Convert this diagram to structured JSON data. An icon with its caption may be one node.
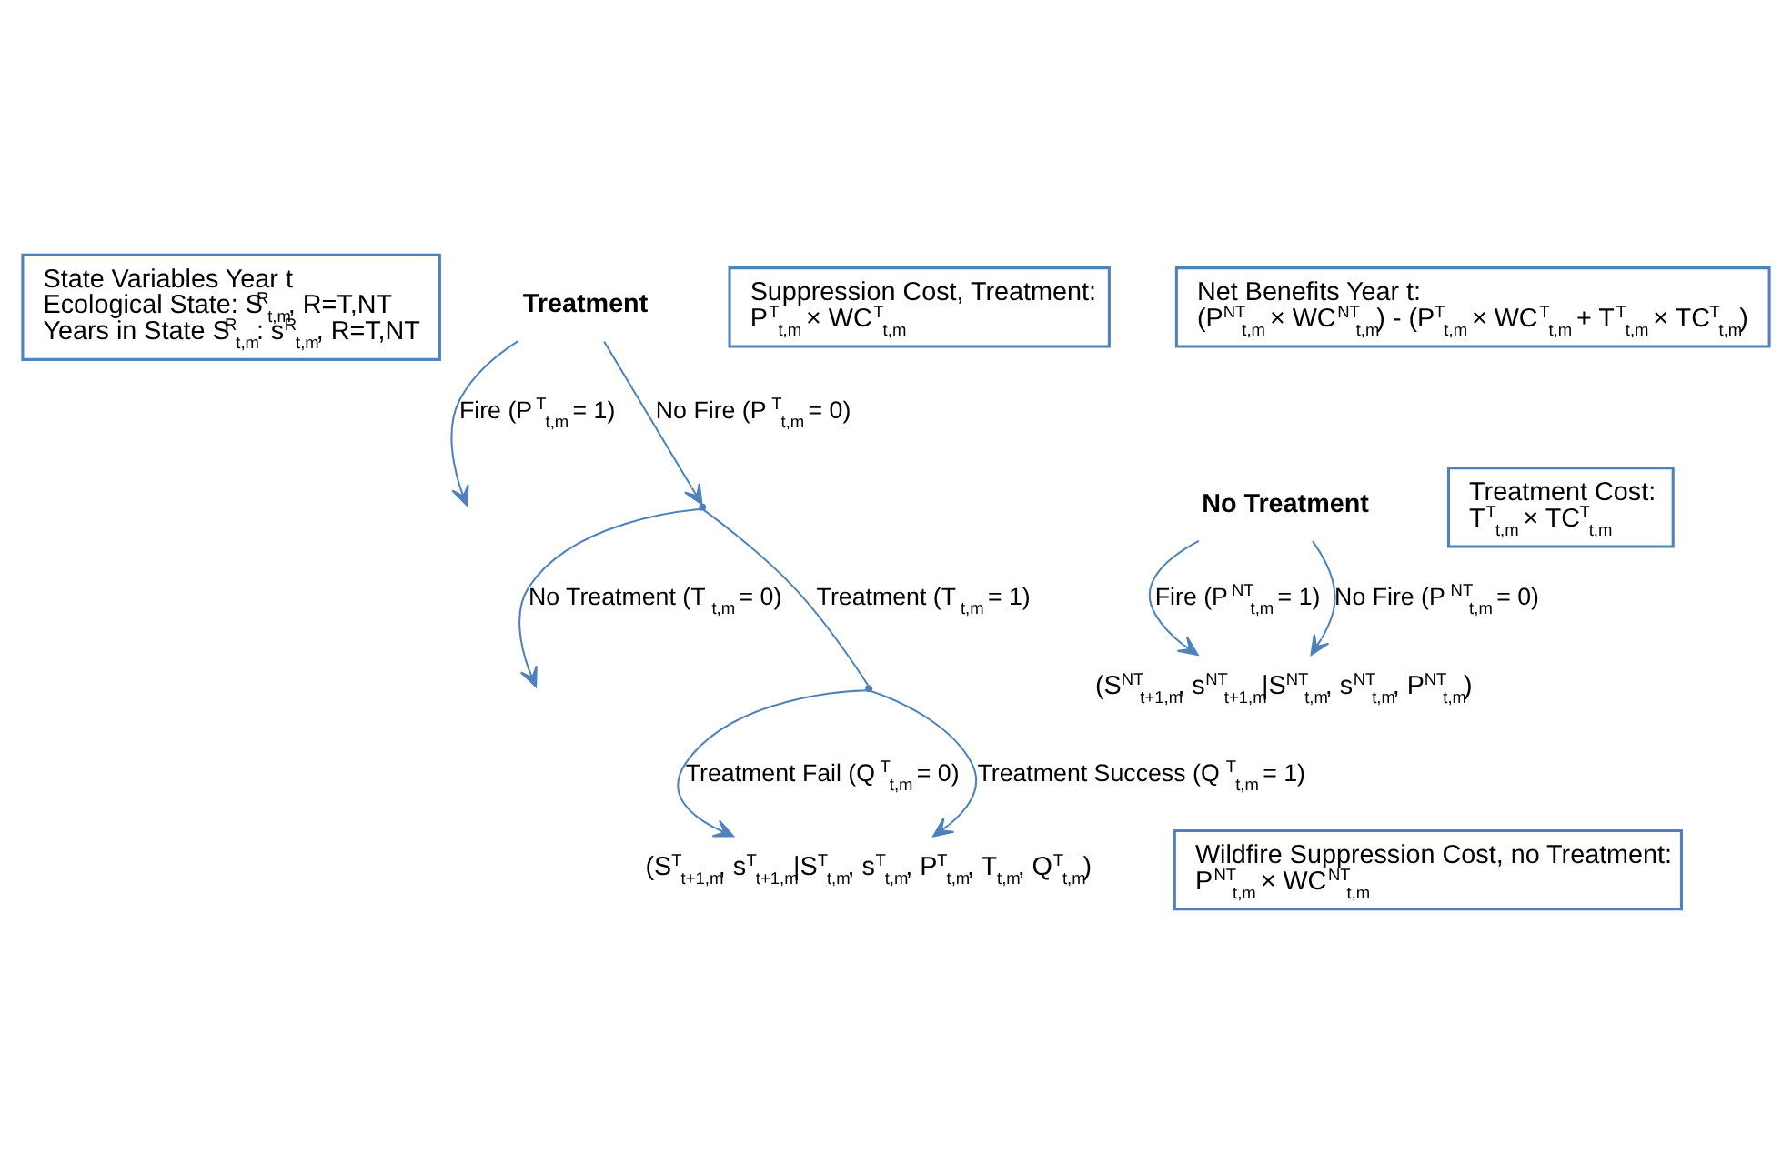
{
  "diagram": {
    "nodes": [
      {
        "text": [
          "State Variables Year t",
          "Ecological State: S$^{R}$$_{t,m}$, R=T,NT",
          "Years in State S$^{R}$$_{t,m}$: s$^{R}$$_{t,m}$, R=T,NT"
        ]
      },
      {
        "text": [
          "Treatment"
        ]
      },
      {
        "text": [
          "Suppression Cost, Treatment:",
          "P$^{T}$$_{t,m}$ × WC$^{T}$$_{t,m}$"
        ]
      },
      {
        "text": [
          "No Treatment"
        ]
      },
      {
        "text": [],
        "shape": "point"
      },
      {
        "text": [
          "Treatment Cost:",
          "T$^{T}$$_{t,m}$ × TC$^{T}$$_{t,m}$"
        ]
      },
      {
        "text": [],
        "shape": "point"
      },
      {
        "text": [
          "(S$^{NT}$$_{t+1,m}$, s$^{NT}$$_{t+1,m}$|S$^{NT}$$_{t,m}$, s$^{NT}$$_{t,m}$, P$^{NT}$$_{t,m}$)"
        ]
      },
      {
        "text": [
          "Wildfire Suppression Cost, no Treatment:",
          "P$^{NT}$$_{t,m}$ × WC$^{NT}$$_{t,m}$"
        ]
      },
      {
        "text": [
          "(S$^{T}$$_{t+1,m}$, s$^{T}$$_{t+1,m}$|S$^{T}$$_{t,m}$, s$^{T}$$_{t,m}$, P$^{T}$$_{t,m}$, T$_{t,m}$, Q$^{T}$$_{t,m}$)"
        ]
      },
      {
        "text": [
          "Net Benefits Year t:",
          "(P$^{NT}$$_{t,m}$ × WC$^{NT}$$_{t,m}$) - (P$^{T}$$_{t,m}$ × WC$^{T}$$_{t,m}$ + T$^{T}$$_{t,m}$ × TC$^{T}$$_{t,m}$)"
        ]
      }
    ],
    "edges": [
      {
        "from": 1,
        "to": null,
        "arrow": "to",
        "label": "Fire (P$^{T}$$_{t,m}$ = 1)"
      },
      {
        "from": 1,
        "to": 4,
        "arrow": "to",
        "label": "No Fire (P$^{T}$$_{t,m}$ = 0)"
      },
      {
        "from": 3,
        "to": 7,
        "arrow": "to",
        "label": "Fire (P$^{NT}$$_{t,m}$ = 1)"
      },
      {
        "from": 3,
        "to": 7,
        "arrow": "to",
        "label": "No Fire (P$^{NT}$$_{t,m}$ = 0)"
      },
      {
        "from": 4,
        "to": null,
        "arrow": "to",
        "label": "No Treatment (T$_{t,m}$ = 0)"
      },
      {
        "from": 4,
        "to": 6,
        "arrow": "none",
        "label": "Treatment (T$_{t,m}$ = 1)"
      },
      {
        "from": 6,
        "to": 9,
        "arrow": "to",
        "label": "Treatment Fail (Q$^{T}$$_{t,m}$ = 0)"
      },
      {
        "from": 6,
        "to": 9,
        "arrow": "to",
        "label": "Treatment Success (Q$^{T}$$_{t,m}$ = 1)"
      }
    ]
  }
}
